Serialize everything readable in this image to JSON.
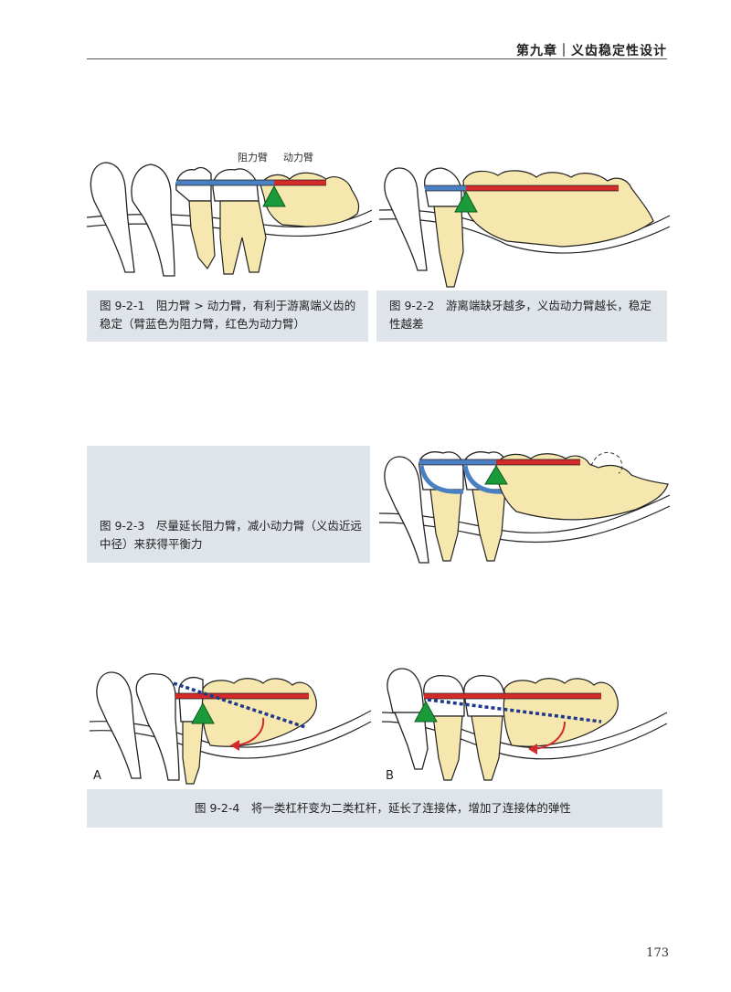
{
  "header": {
    "chapter_title": "第九章｜义齿稳定性设计"
  },
  "figures": {
    "fig1": {
      "label_resistance": "阻力臂",
      "label_power": "动力臂",
      "caption": "图 9-2-1　阻力臂 > 动力臂，有利于游离端义齿的稳定（臂蓝色为阻力臂，红色为动力臂）"
    },
    "fig2": {
      "caption": "图 9-2-2　游离端缺牙越多，义齿动力臂越长，稳定性越差"
    },
    "fig3": {
      "caption": "图 9-2-3　尽量延长阻力臂，减小动力臂（义齿近远中径）来获得平衡力"
    },
    "fig4": {
      "panel_a": "A",
      "panel_b": "B",
      "caption": "图 9-2-4　将一类杠杆变为二类杠杆，延长了连接体，增加了连接体的弹性"
    }
  },
  "page_number": "173",
  "colors": {
    "resistance_arm": "#4a7fc1",
    "power_arm": "#d42a2a",
    "fulcrum": "#1a9a3a",
    "denture_base": "#f5e7ad",
    "caption_bg": "#dfe4ea"
  }
}
